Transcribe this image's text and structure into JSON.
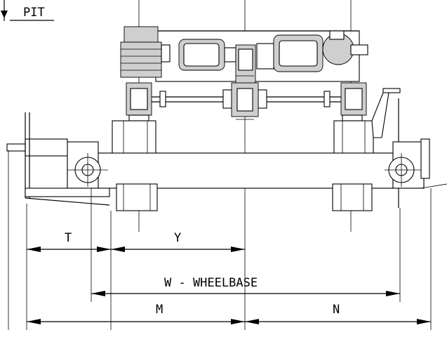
{
  "labels": {
    "pit": "PIT",
    "t": "T",
    "y": "Y",
    "wheelbase": "W - WHEELBASE",
    "m": "M",
    "n": "N"
  }
}
